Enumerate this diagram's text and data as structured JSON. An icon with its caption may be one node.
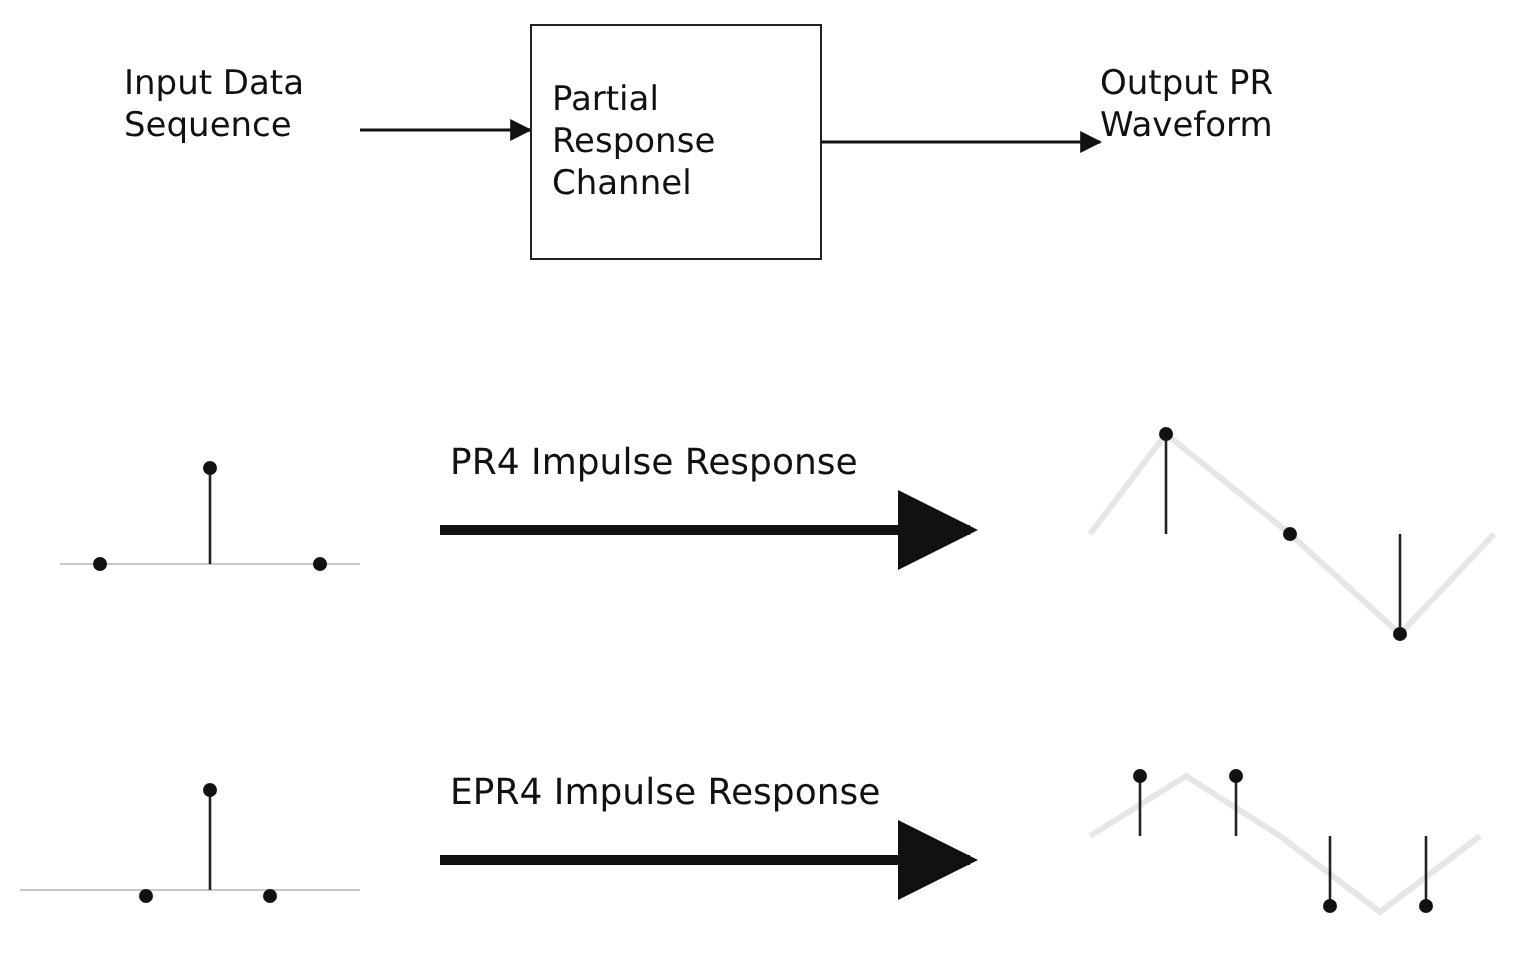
{
  "diagram": {
    "nodes": [
      {
        "text": [
          "Input Data Sequence"
        ]
      },
      {
        "text": [
          "Partial Response Channel"
        ]
      },
      {
        "text": [
          "Output PR Waveform"
        ]
      },
      {
        "text": [],
        "shape": "picture"
      },
      {
        "text": [],
        "shape": "picture"
      },
      {
        "text": [],
        "shape": "picture"
      },
      {
        "text": [],
        "shape": "picture"
      }
    ],
    "edges": [
      {
        "from": 0,
        "to": 1,
        "arrow": "to"
      },
      {
        "from": 1,
        "to": 2,
        "arrow": "to"
      },
      {
        "from": 3,
        "to": 4,
        "arrow": "to",
        "label": "PR4 Impulse Response",
        "style": "thick"
      },
      {
        "from": 5,
        "to": 6,
        "arrow": "to",
        "label": "EPR4 Impulse Response",
        "style": "thick"
      }
    ]
  }
}
